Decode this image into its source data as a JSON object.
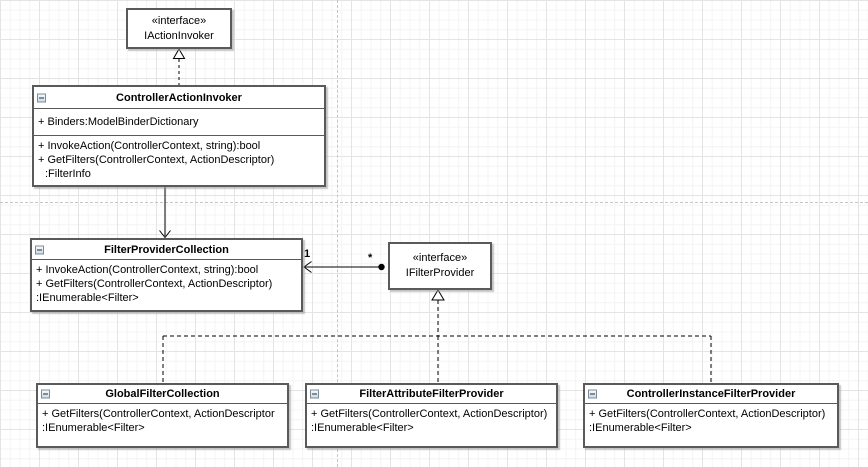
{
  "colors": {
    "background": "#ffffff",
    "box_border": "#5a5a5a",
    "edge": "#000000",
    "page_boundary": "#c6c6c6"
  },
  "icons": {
    "collapse": "minus-box"
  },
  "classes": [
    {
      "stereotype": "«interface»",
      "name": "IActionInvoker"
    },
    {
      "name": "ControllerActionInvoker",
      "attributes": [
        "+ Binders:ModelBinderDictionary"
      ],
      "methods": [
        "+ InvokeAction(ControllerContext, string):bool",
        "+ GetFilters(ControllerContext, ActionDescriptor)",
        ":FilterInfo"
      ]
    },
    {
      "name": "FilterProviderCollection",
      "methods": [
        "+ InvokeAction(ControllerContext, string):bool",
        "+ GetFilters(ControllerContext, ActionDescriptor)",
        ":IEnumerable<Filter>"
      ]
    },
    {
      "stereotype": "«interface»",
      "name": "IFilterProvider"
    },
    {
      "name": "GlobalFilterCollection",
      "methods": [
        "+ GetFilters(ControllerContext, ActionDescriptor",
        ":IEnumerable<Filter>"
      ]
    },
    {
      "name": "FilterAttributeFilterProvider",
      "methods": [
        "+ GetFilters(ControllerContext, ActionDescriptor)",
        ":IEnumerable<Filter>"
      ]
    },
    {
      "name": "ControllerInstanceFilterProvider",
      "methods": [
        "+ GetFilters(ControllerContext, ActionDescriptor)",
        ":IEnumerable<Filter>"
      ]
    }
  ],
  "edges": {
    "provider_association": {
      "source_multiplicity": "1",
      "target_multiplicity": "*"
    }
  }
}
